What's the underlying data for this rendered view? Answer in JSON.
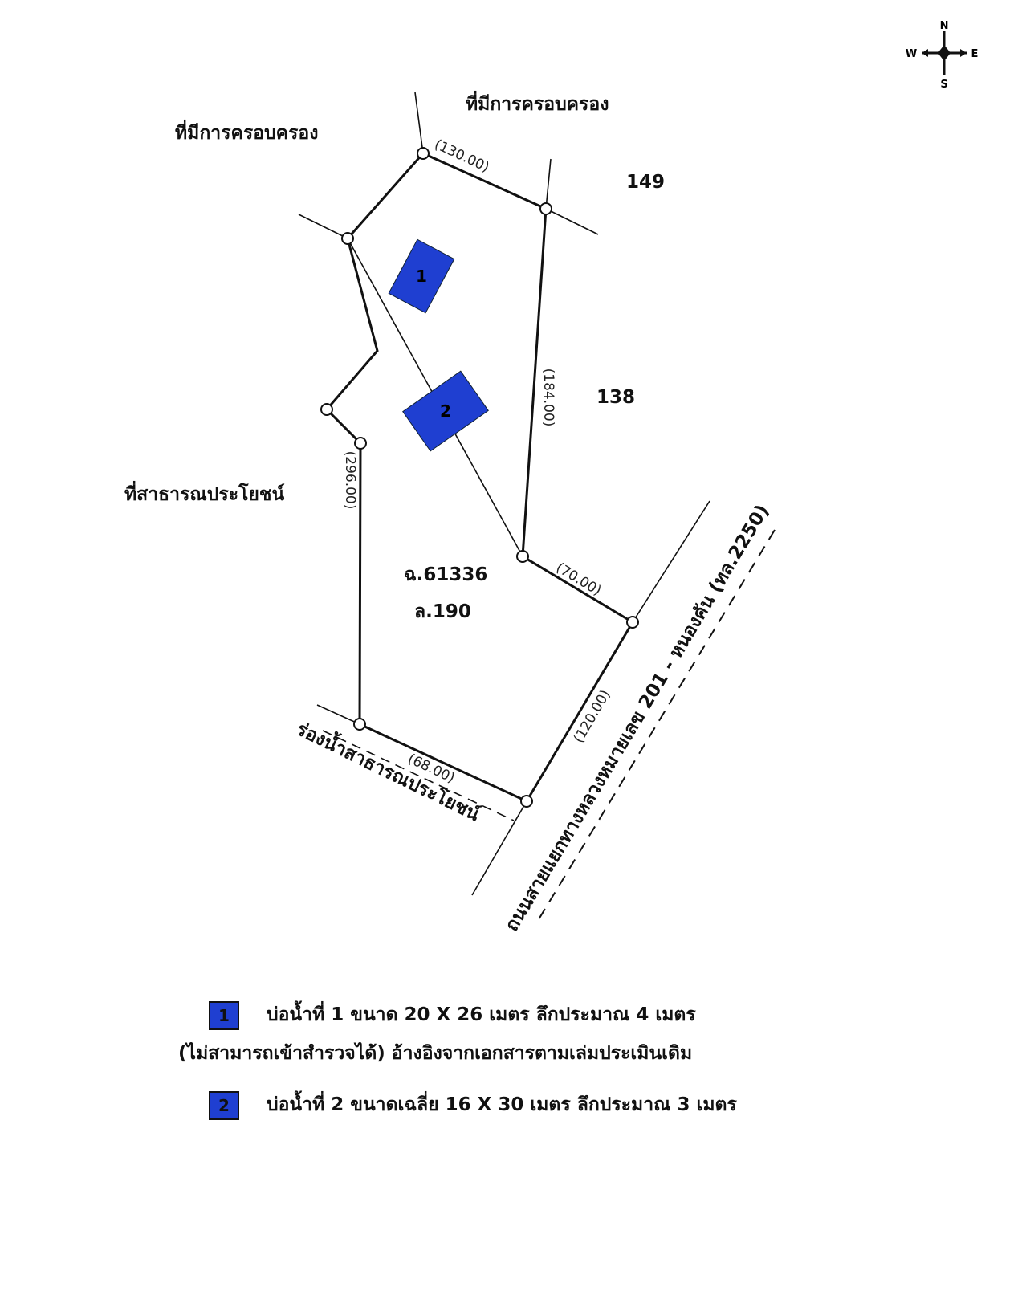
{
  "compass": {
    "n": "N",
    "s": "S",
    "e": "E",
    "w": "W"
  },
  "neighbors": {
    "north": "ที่มีการครอบครอง",
    "northwest": "ที่มีการครอบครอง",
    "west": "ที่สาธารณประโยชน์",
    "parcel_149": "149",
    "parcel_138": "138"
  },
  "parcel": {
    "deed": "ฉ.61336",
    "lot": "ล.190"
  },
  "dimensions": {
    "north": "(130.00)",
    "east": "(184.00)",
    "west": "(296.00)",
    "southeast_short": "(70.00)",
    "road_side": "(120.00)",
    "south": "(68.00)"
  },
  "road_label": "ถนนสายแยกทางหลวงหมายเลข 201 - หนองคัน (ทล.2250)",
  "drain_label": "ร่องน้ำสาธารณประโยชน์",
  "ponds": [
    {
      "id": "1"
    },
    {
      "id": "2"
    }
  ],
  "legend": {
    "item1_line1": "บ่อน้ำที่ 1 ขนาด 20 X 26 เมตร ลึกประมาณ 4 เมตร",
    "item1_line2": "(ไม่สามารถเข้าสำรวจได้) อ้างอิงจากเอกสารตามเล่มประเมินเดิม",
    "item2": "บ่อน้ำที่ 2 ขนาดเฉลี่ย 16 X 30 เมตร ลึกประมาณ 3 เมตร"
  },
  "colors": {
    "pond": "#1f3fd1"
  }
}
